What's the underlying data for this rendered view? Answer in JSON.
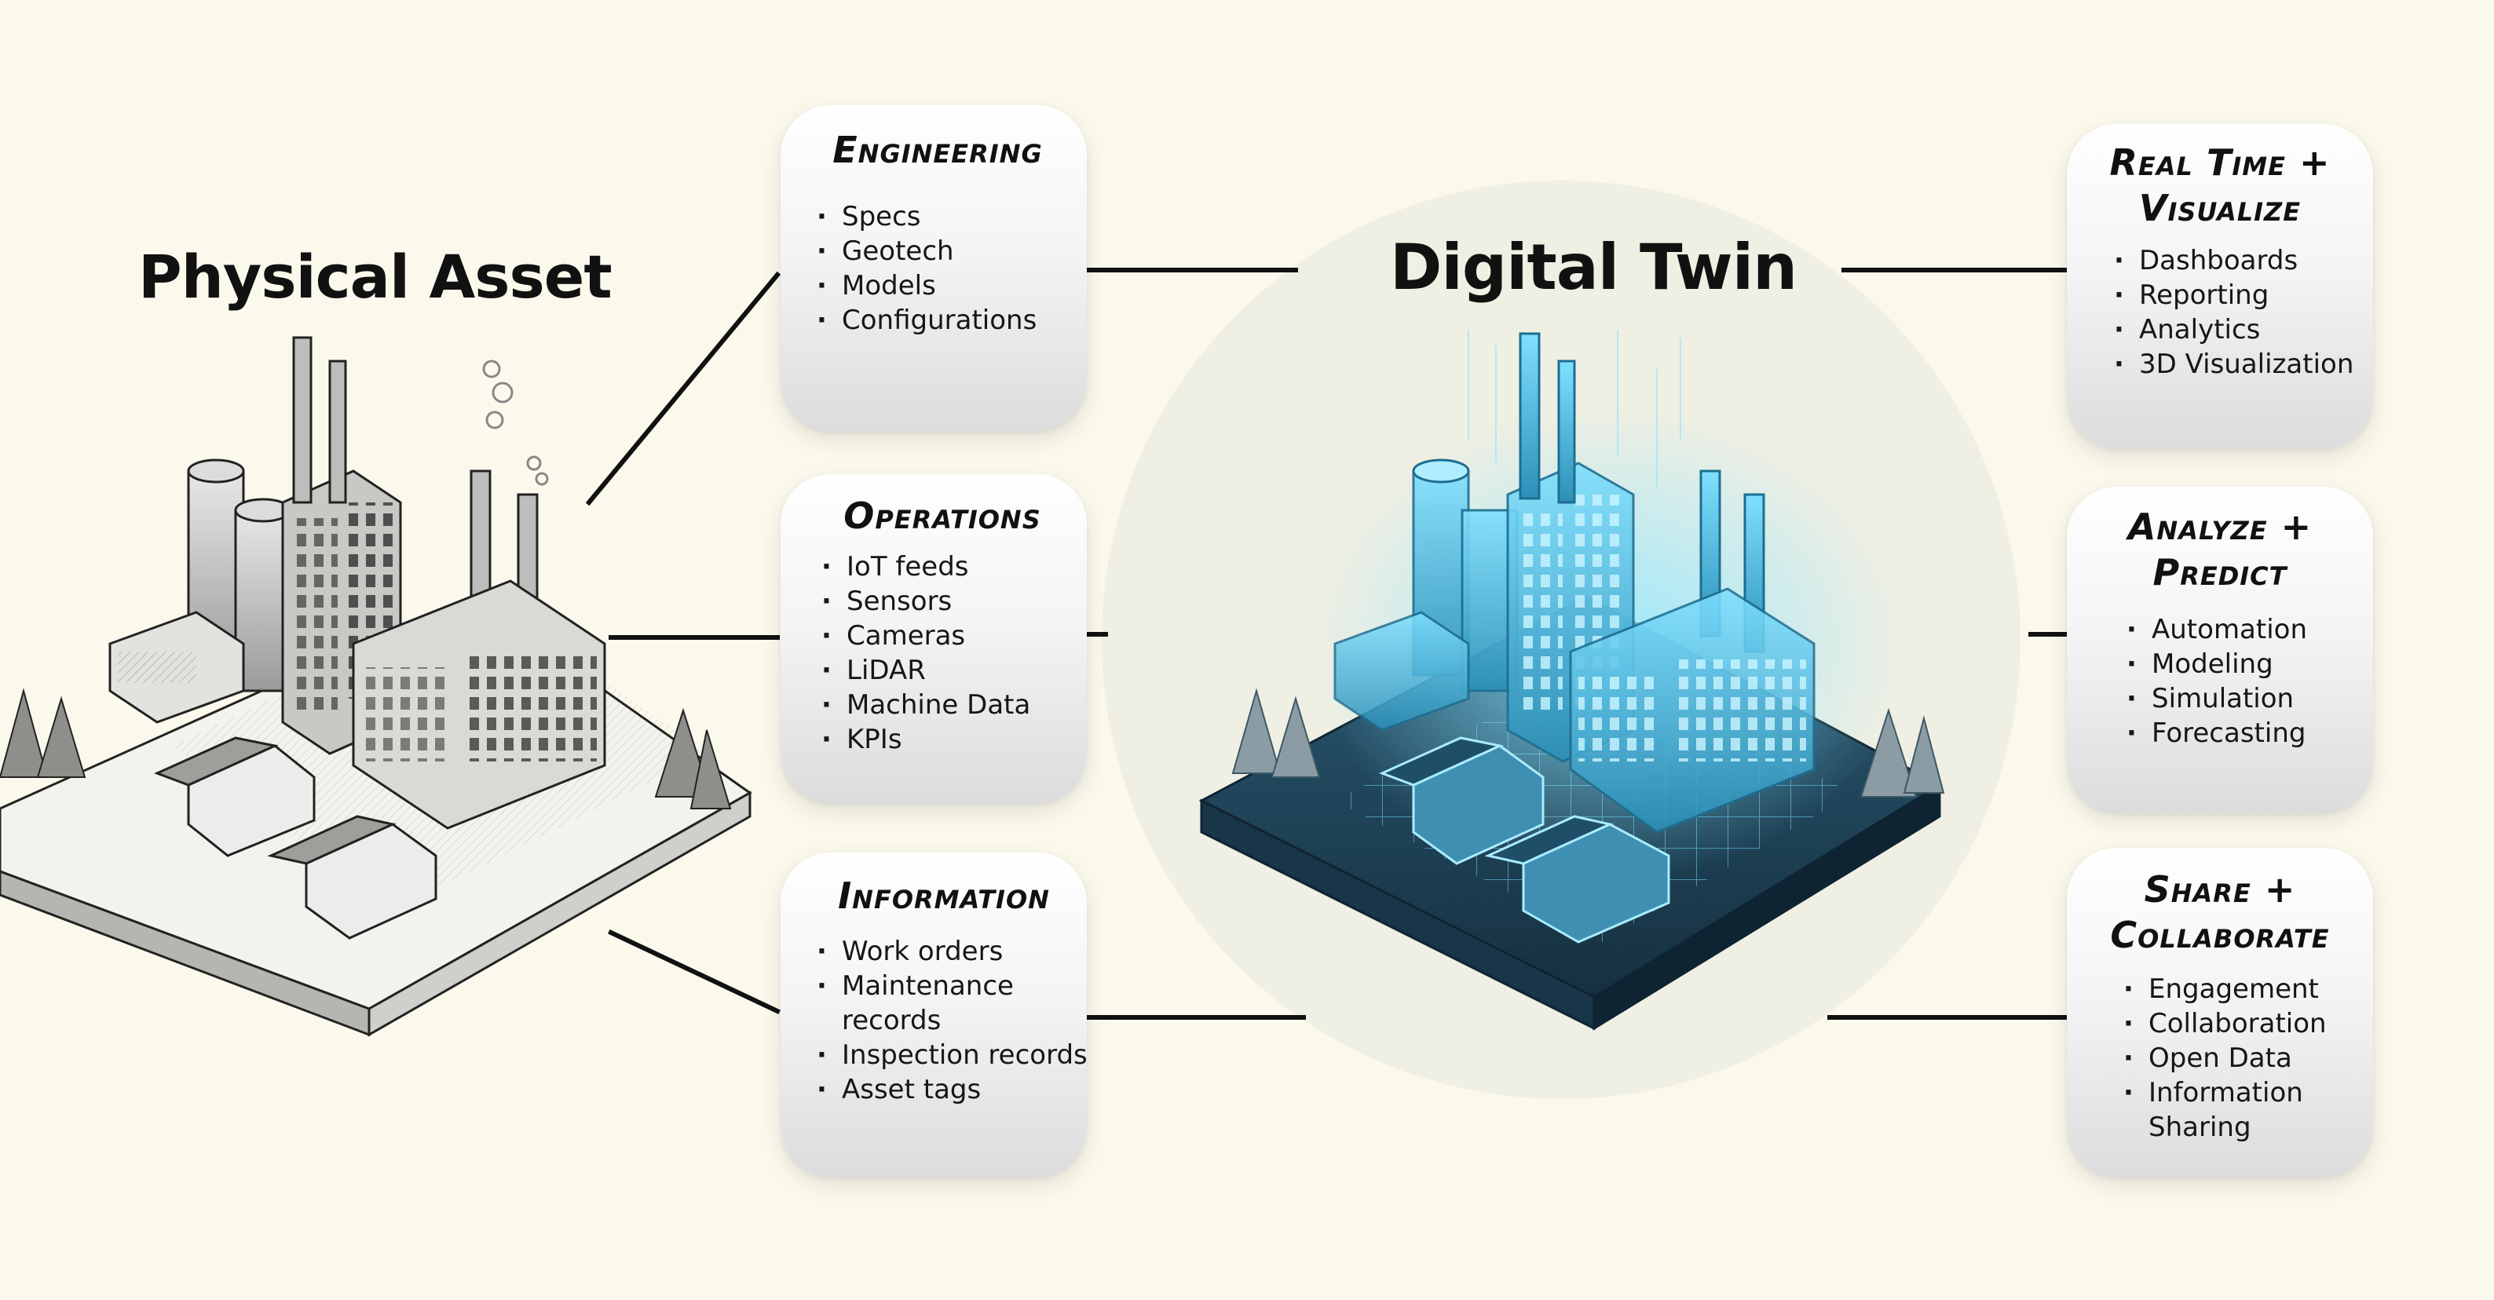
{
  "titles": {
    "physical": "Physical Asset",
    "twin": "Digital Twin"
  },
  "bullet": "·",
  "colors": {
    "background": "#fbf9ec",
    "circle": "#efefe3",
    "line": "#111111",
    "twin_glow": "#38c8ff",
    "twin_base": "#1f3d52"
  },
  "illustrations": {
    "physical": "sketched-factory-illustration",
    "twin": "glowing-digital-factory-illustration"
  },
  "cards": {
    "engineering": {
      "title": "Engineering",
      "items": [
        "Specs",
        "Geotech",
        "Models",
        "Configurations"
      ]
    },
    "operations": {
      "title": "Operations",
      "items": [
        "IoT feeds",
        "Sensors",
        "Cameras",
        "LiDAR",
        "Machine Data",
        "KPIs"
      ]
    },
    "information": {
      "title": "Information",
      "items": [
        "Work orders",
        "Maintenance records",
        "Inspection records",
        "Asset tags"
      ]
    },
    "realtime": {
      "title": "Real Time +\nVisualize",
      "items": [
        "Dashboards",
        "Reporting",
        "Analytics",
        "3D Visualization"
      ]
    },
    "analyze": {
      "title": "Analyze +\nPredict",
      "items": [
        "Automation",
        "Modeling",
        "Simulation",
        "Forecasting"
      ]
    },
    "share": {
      "title": "Share +\nCollaborate",
      "items": [
        "Engagement",
        "Collaboration",
        "Open Data",
        "Information Sharing"
      ]
    }
  }
}
